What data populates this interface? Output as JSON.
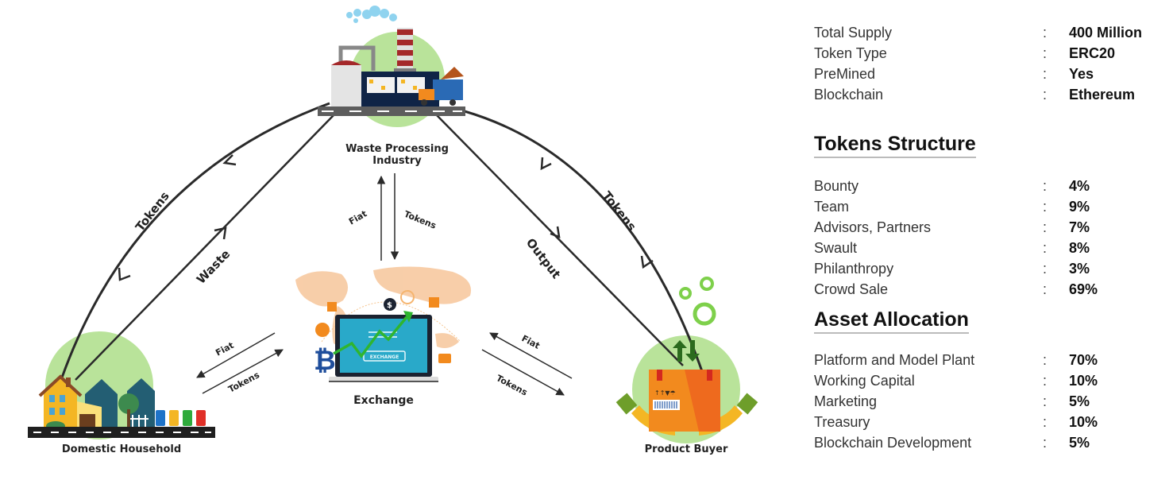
{
  "diagram": {
    "nodes": {
      "waste_processing": "Waste Processing\nIndustry",
      "waste_processing_line1": "Waste Processing",
      "waste_processing_line2": "Industry",
      "exchange": "Exchange",
      "domestic_household": "Domestic Household",
      "product_buyer": "Product Buyer",
      "exchange_screen_label": "EXCHANGE"
    },
    "edges": {
      "industry_to_household": "Tokens",
      "household_to_industry": "Waste",
      "industry_to_buyer": "Output",
      "buyer_to_industry": "Tokens",
      "exchange_to_industry": "Fiat",
      "industry_to_exchange": "Tokens",
      "exchange_to_household": "Fiat",
      "household_to_exchange": "Tokens",
      "buyer_to_exchange": "Fiat",
      "exchange_to_buyer": "Tokens"
    },
    "colors": {
      "circle": "#b9e39a",
      "line": "#2a2a2a",
      "map": "#f7c9a0",
      "accent_orange": "#f28a1e",
      "laptop_screen": "#29a9c9",
      "chart_arrow": "#2fb52f"
    }
  },
  "token_info": {
    "rows": [
      {
        "label": "Total Supply",
        "sep": ":",
        "value": "400 Million"
      },
      {
        "label": "Token Type",
        "sep": ":",
        "value": "ERC20"
      },
      {
        "label": "PreMined",
        "sep": ":",
        "value": "Yes"
      },
      {
        "label": "Blockchain",
        "sep": ":",
        "value": "Ethereum"
      }
    ]
  },
  "tokens_structure": {
    "title": "Tokens Structure",
    "rows": [
      {
        "label": "Bounty",
        "sep": ":",
        "value": "4%"
      },
      {
        "label": "Team",
        "sep": ":",
        "value": "9%"
      },
      {
        "label": "Advisors, Partners",
        "sep": ":",
        "value": "7%"
      },
      {
        "label": "Swault",
        "sep": ":",
        "value": "8%"
      },
      {
        "label": "Philanthropy",
        "sep": ":",
        "value": "3%"
      },
      {
        "label": "Crowd Sale",
        "sep": ":",
        "value": "69%"
      }
    ]
  },
  "asset_allocation": {
    "title": "Asset Allocation",
    "rows": [
      {
        "label": "Platform and Model Plant",
        "sep": ":",
        "value": "70%"
      },
      {
        "label": "Working Capital",
        "sep": ":",
        "value": "10%"
      },
      {
        "label": "Marketing",
        "sep": ":",
        "value": "5%"
      },
      {
        "label": "Treasury",
        "sep": ":",
        "value": "10%"
      },
      {
        "label": "Blockchain Development",
        "sep": ":",
        "value": "5%"
      }
    ]
  }
}
